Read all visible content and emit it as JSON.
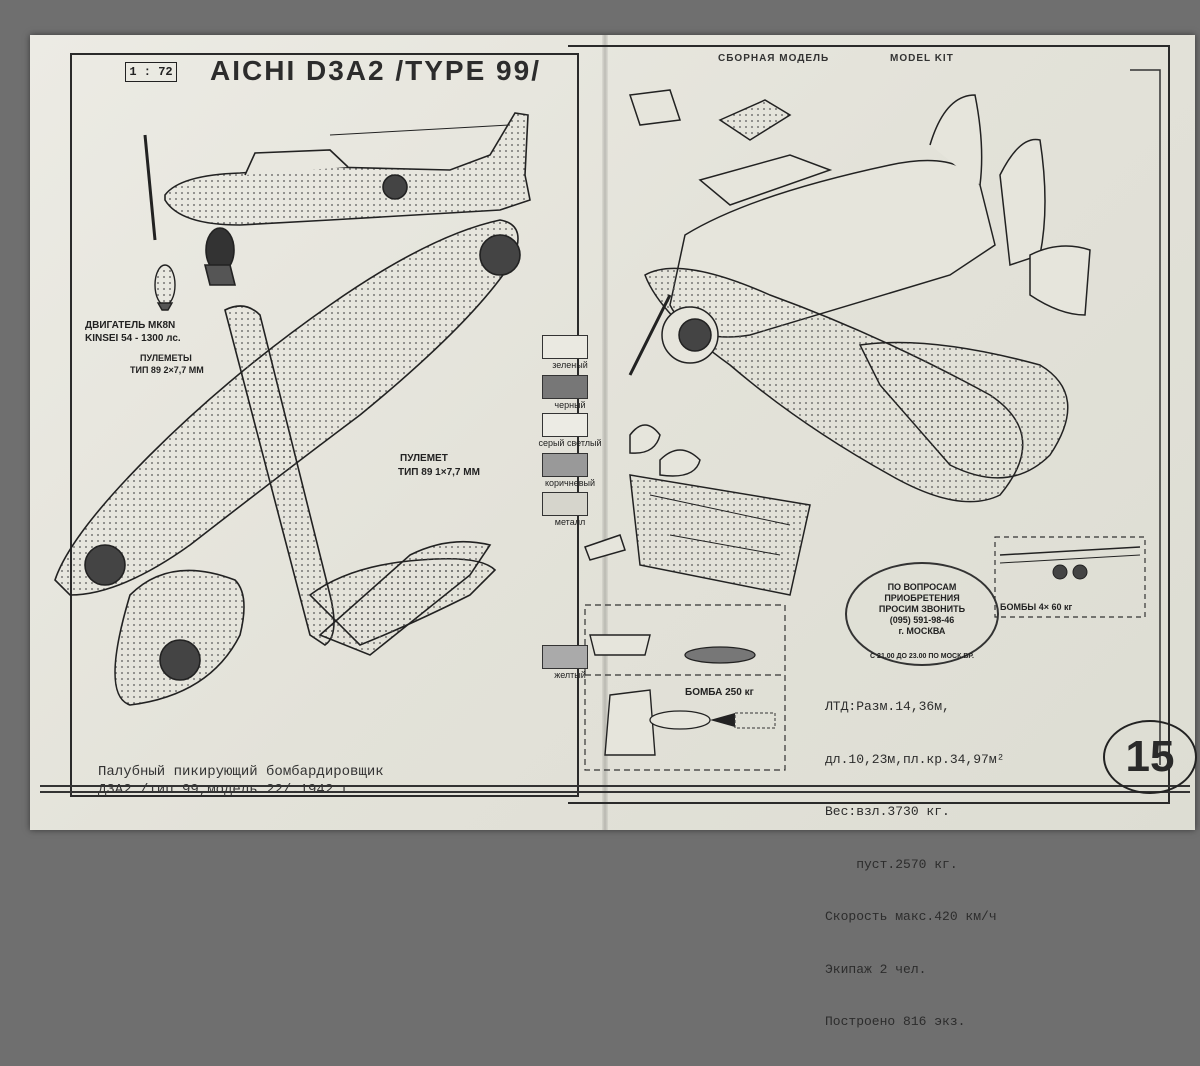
{
  "header": {
    "scale": "1 : 72",
    "title": "AICHI D3A2 /TYPE 99/",
    "kit_rus": "СБОРНАЯ МОДЕЛЬ",
    "kit_eng": "MODEL KIT"
  },
  "labels": {
    "engine_line1": "ДВИГАТЕЛЬ МК8N",
    "engine_line2": "KINSEI 54 - 1300 лс.",
    "guns_line1": "ПУЛЕМЕТЫ",
    "guns_line2": "ТИП 89 2×7,7 ММ",
    "rear_gun_line1": "ПУЛЕМЕТ",
    "rear_gun_line2": "ТИП 89 1×7,7 ММ",
    "bomb_250": "БОМБА 250 кг",
    "bombs_60": "БОМБЫ 4× 60 кг"
  },
  "colors": {
    "items": [
      {
        "label": "зеленый"
      },
      {
        "label": "черный"
      },
      {
        "label": "серый светлый"
      },
      {
        "label": "коричневый"
      },
      {
        "label": "металл"
      },
      {
        "label": "желтый"
      }
    ]
  },
  "caption": {
    "line1": "Палубный пикирующий бомбардировщик",
    "line2": "Д3А2 /тип 99,модель 22/.1942 г."
  },
  "specs": {
    "line1": "ЛТД:Разм.14,36м,",
    "line2": "дл.10,23м,пл.кр.34,97м²",
    "line3": "Вес:взл.3730 кг.",
    "line4": "    пуст.2570 кг.",
    "line5": "Скорость макс.420 км/ч",
    "line6": "Экипаж 2 чел.",
    "line7": "Построено 816 экз."
  },
  "stamp": {
    "line1": "ПО ВОПРОСАМ",
    "line2": "ПРИОБРЕТЕНИЯ",
    "line3": "ПРОСИМ ЗВОНИТЬ",
    "line4": "(095) 591-98-46",
    "line5": "г. МОСКВА",
    "arc": "С 21.00 ДО 23.00 ПО МОСК.ВР."
  },
  "kit_number": "15"
}
